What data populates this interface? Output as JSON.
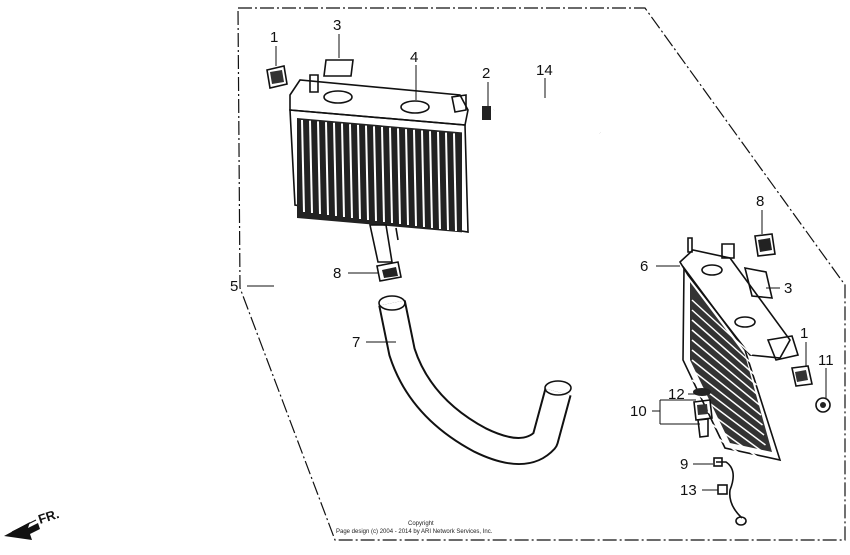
{
  "callouts": {
    "c1a": "1",
    "c3a": "3",
    "c4": "4",
    "c2": "2",
    "c14": "14",
    "c5": "5",
    "c8a": "8",
    "c7": "7",
    "c8b": "8",
    "c6": "6",
    "c3b": "3",
    "c1b": "1",
    "c11": "11",
    "c12": "12",
    "c10": "10",
    "c9": "9",
    "c13": "13"
  },
  "direction_label": "FR.",
  "copyright": {
    "line1": "Copyright",
    "line2": "Page design (c) 2004 - 2014 by ARI Network Services, Inc."
  }
}
